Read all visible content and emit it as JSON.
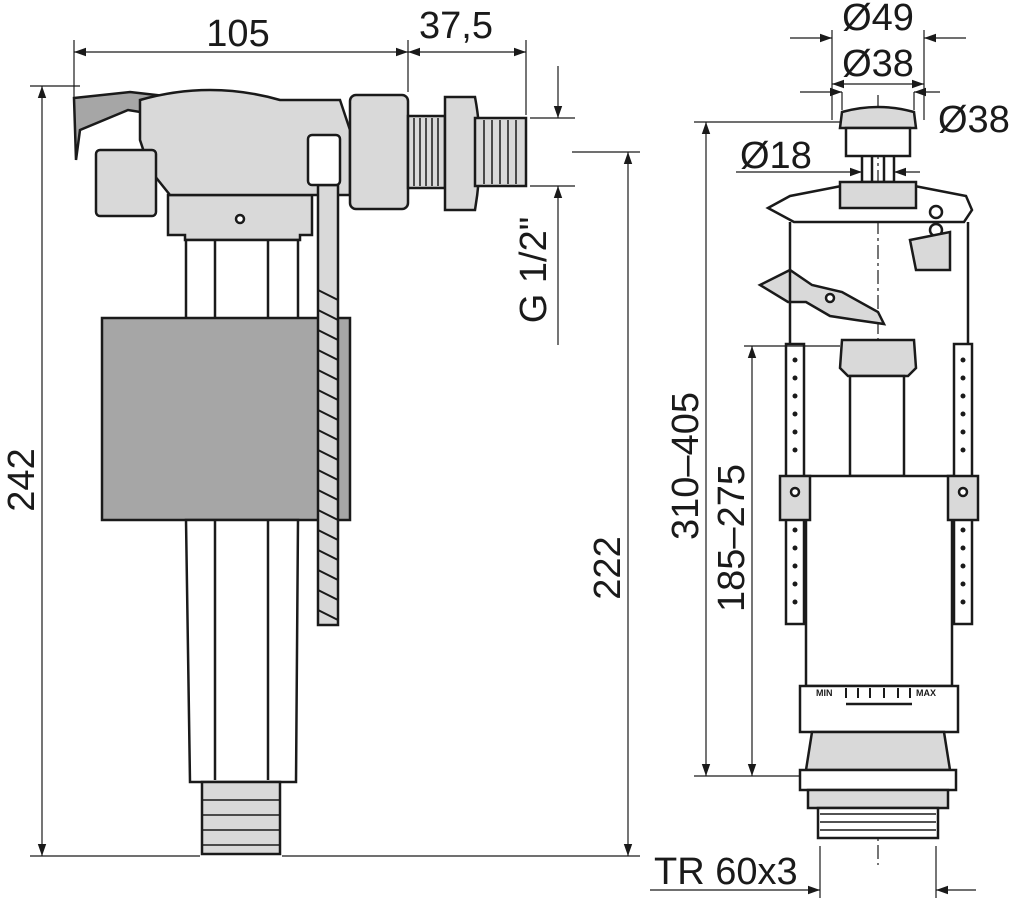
{
  "fill_valve": {
    "dimensions": {
      "total_height": "242",
      "inlet_width": "105",
      "thread_length": "37,5",
      "thread_label": "G 1/2\"",
      "inlet_height": "222"
    }
  },
  "flush_valve": {
    "dimensions": {
      "outer_diameter": "Ø49",
      "button_diameter_top": "Ø38",
      "button_diameter_side": "Ø38",
      "stem_diameter": "Ø18",
      "height_range": "310–405",
      "overflow_range": "185–275",
      "base_thread": "TR 60x3"
    },
    "scale": {
      "min_label": "MIN",
      "max_label": "MAX"
    }
  },
  "colors": {
    "line": "#1a1a1a",
    "float_fill": "#a6a6a6",
    "part_fill": "#d9d9d9",
    "background": "#ffffff"
  }
}
